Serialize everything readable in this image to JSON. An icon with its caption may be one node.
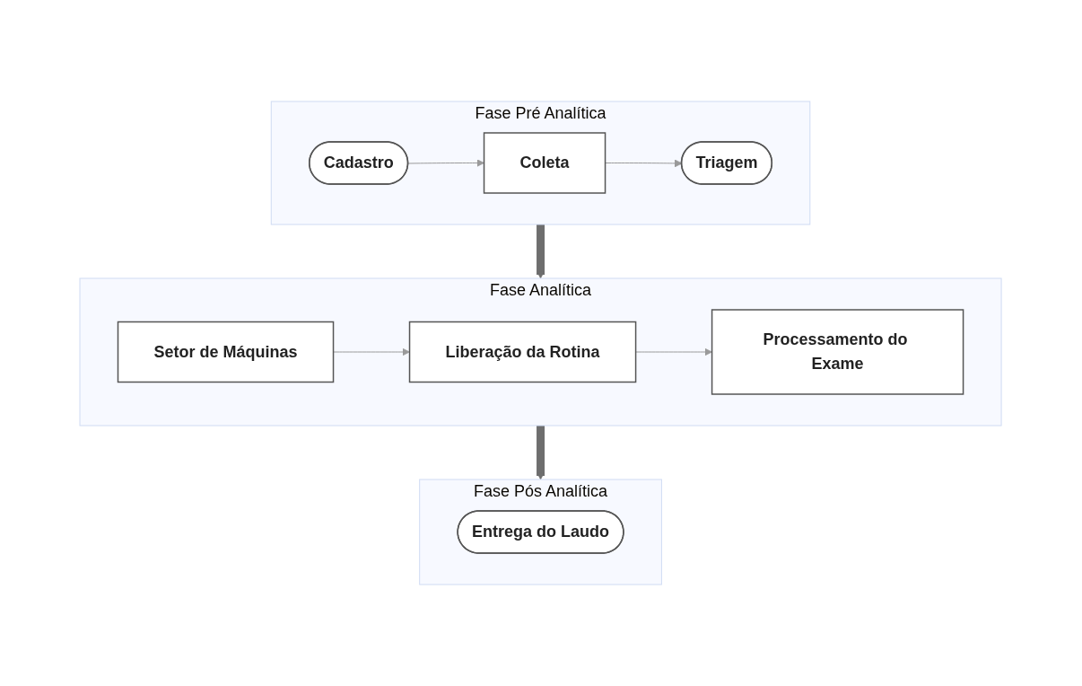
{
  "diagram": {
    "nodes": [
      {
        "text": [
          "Fase Pré Analítica"
        ]
      },
      {
        "text": [
          "Cadastro"
        ],
        "in": 0
      },
      {
        "text": [
          "Coleta"
        ],
        "in": 0
      },
      {
        "text": [
          "Triagem"
        ],
        "in": 0
      },
      {
        "text": [
          "Fase Analítica"
        ]
      },
      {
        "text": [
          "Setor de Máquinas"
        ],
        "in": 4
      },
      {
        "text": [
          "Liberação da Rotina"
        ],
        "in": 4
      },
      {
        "text": [
          "Processamento do Exame"
        ],
        "in": 4
      },
      {
        "text": [
          "Fase Pós Analítica"
        ]
      },
      {
        "text": [
          "Entrega do Laudo"
        ],
        "in": 8
      }
    ],
    "edges": [
      {
        "from": 1,
        "to": 2,
        "arrow": "to"
      },
      {
        "from": 2,
        "to": 3,
        "arrow": "to"
      },
      {
        "from": 0,
        "to": 4,
        "arrow": "to",
        "style": "thick",
        "color": "#6e6e6e"
      },
      {
        "from": 5,
        "to": 6,
        "arrow": "to"
      },
      {
        "from": 6,
        "to": 7,
        "arrow": "to"
      },
      {
        "from": 4,
        "to": 8,
        "arrow": "to",
        "style": "thick",
        "color": "#6e6e6e"
      }
    ]
  }
}
